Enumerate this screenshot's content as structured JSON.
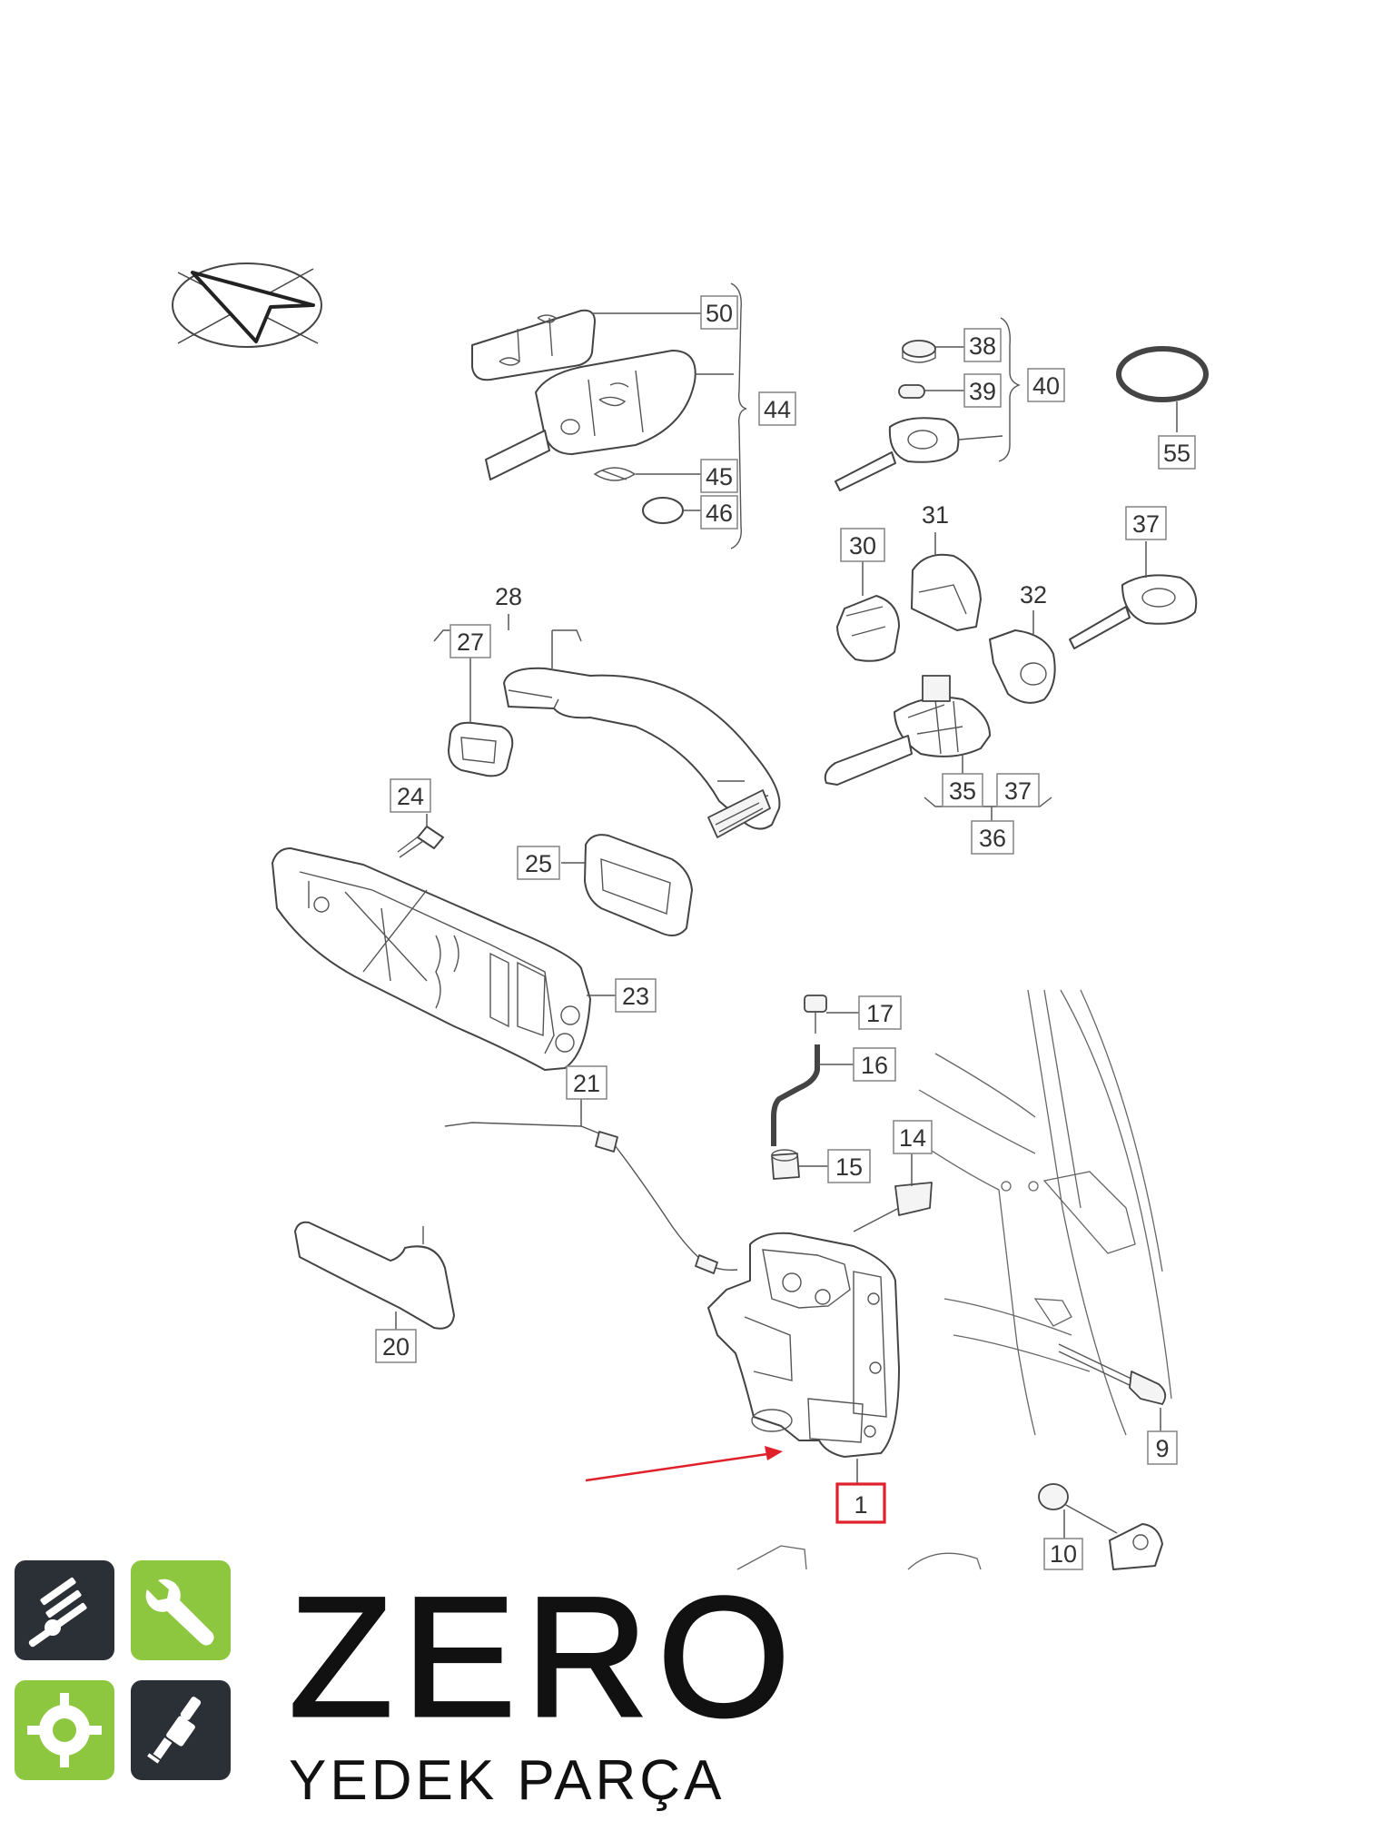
{
  "diagram": {
    "callouts": [
      {
        "id": "c50",
        "label": "50"
      },
      {
        "id": "c44",
        "label": "44"
      },
      {
        "id": "c45",
        "label": "45"
      },
      {
        "id": "c46",
        "label": "46"
      },
      {
        "id": "c38",
        "label": "38"
      },
      {
        "id": "c39",
        "label": "39"
      },
      {
        "id": "c40",
        "label": "40"
      },
      {
        "id": "c55",
        "label": "55"
      },
      {
        "id": "c31",
        "label": "31"
      },
      {
        "id": "c30",
        "label": "30"
      },
      {
        "id": "c37a",
        "label": "37"
      },
      {
        "id": "c32",
        "label": "32"
      },
      {
        "id": "c28",
        "label": "28"
      },
      {
        "id": "c27",
        "label": "27"
      },
      {
        "id": "c35",
        "label": "35"
      },
      {
        "id": "c37b",
        "label": "37"
      },
      {
        "id": "c36",
        "label": "36"
      },
      {
        "id": "c24",
        "label": "24"
      },
      {
        "id": "c25",
        "label": "25"
      },
      {
        "id": "c23",
        "label": "23"
      },
      {
        "id": "c17",
        "label": "17"
      },
      {
        "id": "c16",
        "label": "16"
      },
      {
        "id": "c21",
        "label": "21"
      },
      {
        "id": "c14",
        "label": "14"
      },
      {
        "id": "c15",
        "label": "15"
      },
      {
        "id": "c20",
        "label": "20"
      },
      {
        "id": "c9",
        "label": "9"
      },
      {
        "id": "c1",
        "label": "1",
        "highlighted": true
      },
      {
        "id": "c10",
        "label": "10"
      }
    ],
    "highlight_color": "#e0202a"
  },
  "brand": {
    "name": "ZERO",
    "tagline": "YEDEK PARÇA",
    "tiles": [
      {
        "icon": "piston-icon",
        "color": "#2b3037"
      },
      {
        "icon": "wrench-icon",
        "color": "#8dc63f"
      },
      {
        "icon": "gear-icon",
        "color": "#8dc63f"
      },
      {
        "icon": "spark-plug-icon",
        "color": "#2b3037"
      }
    ]
  }
}
